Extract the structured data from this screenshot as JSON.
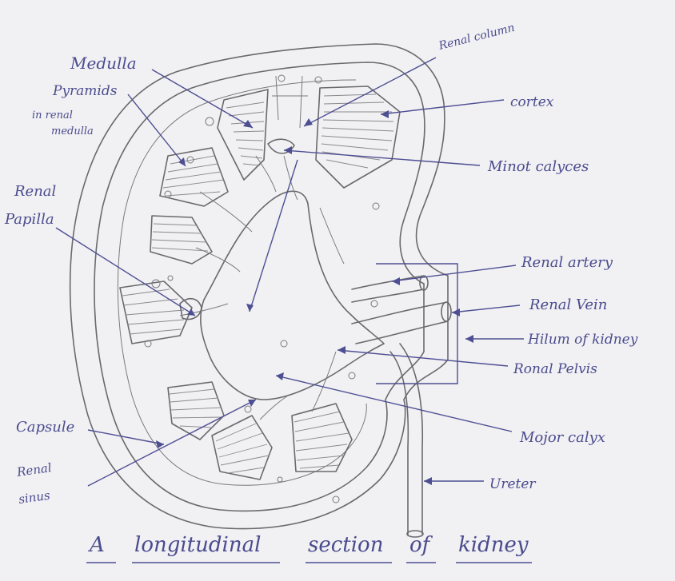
{
  "labels": {
    "medulla": "Medulla",
    "pyramids_1": "Pyramids",
    "pyramids_2": "in renal",
    "pyramids_3": "medulla",
    "renal_column": "Renal column",
    "cortex": "cortex",
    "minor_calyces": "Minot calyces",
    "renal_papilla_1": "Renal",
    "renal_papilla_2": "Papilla",
    "renal_artery": "Renal artery",
    "renal_vein": "Renal Vein",
    "hilum": "Hilum of kidney",
    "renal_pelvis": "Ronal Pelvis",
    "major_calyx": "Mojor calyx",
    "capsule": "Capsule",
    "renal_sinus_1": "Renal",
    "renal_sinus_2": "sinus",
    "ureter": "Ureter"
  },
  "caption": {
    "w1": "A",
    "w2": "longitudinal",
    "w3": "section",
    "w4": "of",
    "w5": "kidney"
  },
  "colors": {
    "ink": "#4a4c8e",
    "pencil": "#6a6a6e",
    "paper": "#f1f0f3"
  }
}
